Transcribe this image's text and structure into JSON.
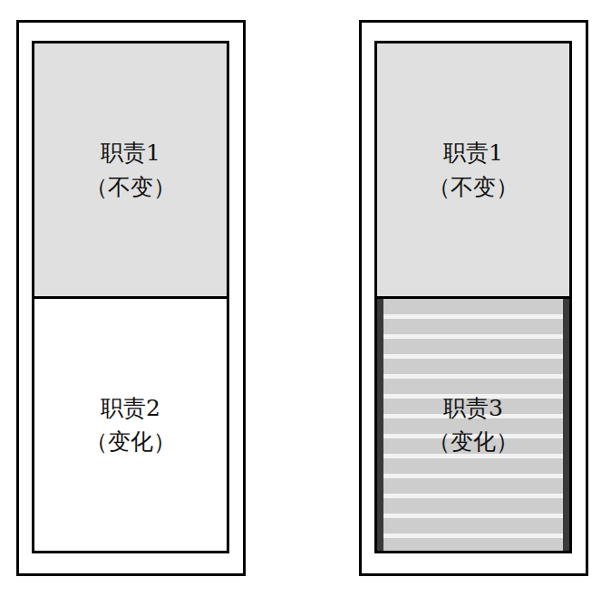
{
  "diagram": {
    "nodes": [
      {
        "text": [
          "职责1 （不变）"
        ]
      },
      {
        "text": [
          "职责2 （变化）"
        ]
      },
      {
        "text": [
          "职责1 （不变）"
        ]
      },
      {
        "text": [
          "职责3 （变化）"
        ]
      }
    ]
  }
}
